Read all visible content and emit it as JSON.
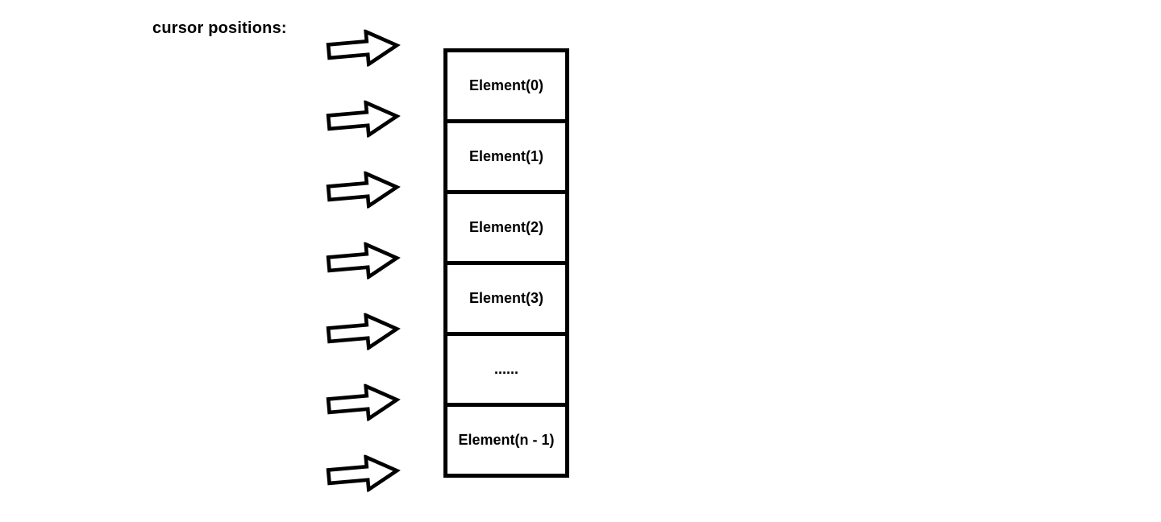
{
  "title": "cursor positions:",
  "colors": {
    "ink": "#000000",
    "background": "#ffffff"
  },
  "cursors": {
    "count": 7,
    "icon": "block-arrow-right-icon"
  },
  "list": {
    "items": [
      {
        "label": "Element(0)"
      },
      {
        "label": "Element(1)"
      },
      {
        "label": "Element(2)"
      },
      {
        "label": "Element(3)"
      },
      {
        "label": "......"
      },
      {
        "label": "Element(n - 1)"
      }
    ]
  }
}
